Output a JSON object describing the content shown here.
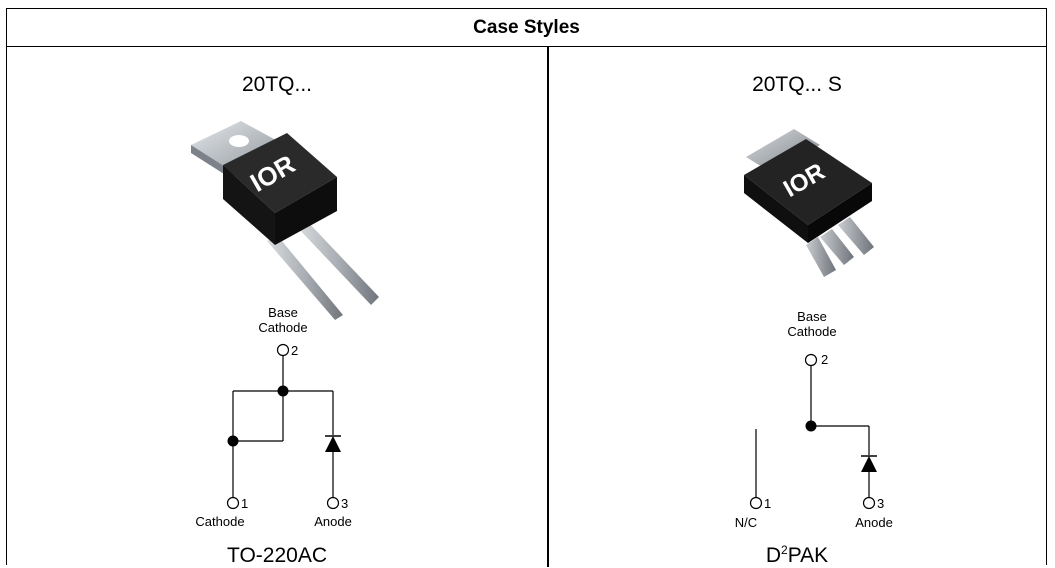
{
  "header": {
    "title": "Case Styles"
  },
  "left": {
    "part": "20TQ...",
    "pin2": {
      "label_line1": "Base",
      "label_line2": "Cathode",
      "num": "2"
    },
    "pin1": {
      "num": "1",
      "label": "Cathode"
    },
    "pin3": {
      "num": "3",
      "label": "Anode"
    },
    "package": "TO-220AC"
  },
  "right": {
    "part": "20TQ... S",
    "pin2": {
      "label_line1": "Base",
      "label_line2": "Cathode",
      "num": "2"
    },
    "pin1": {
      "num": "1",
      "label": "N/C"
    },
    "pin3": {
      "num": "3",
      "label": "Anode"
    },
    "package_prefix": "D",
    "package_sup": "2",
    "package_suffix": "PAK"
  },
  "logo_text": "IOR",
  "colors": {
    "line": "#000000",
    "package_body": "#1a1a1a",
    "tab": "#b8bdc4"
  }
}
